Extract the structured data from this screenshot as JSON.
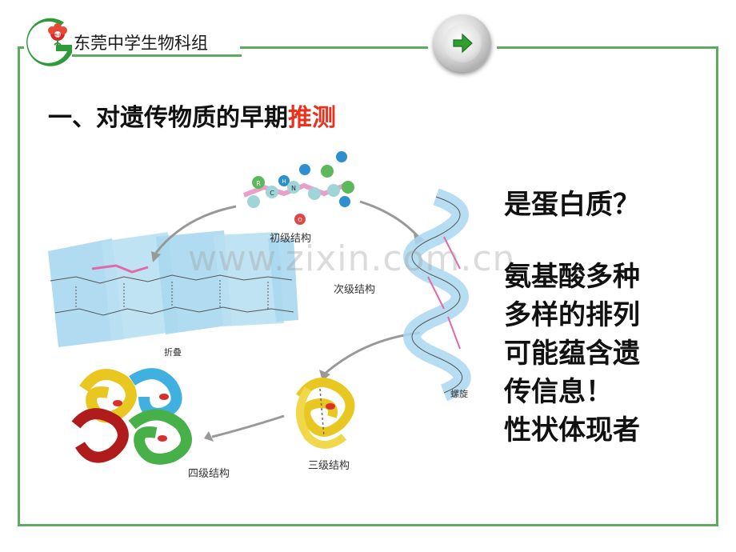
{
  "header": {
    "school_name": "东莞中学生物科组",
    "logo_text": "莞中"
  },
  "title": {
    "main": "一、对遗传物质的早期",
    "highlight": "推测"
  },
  "figure": {
    "labels": {
      "primary": "初级结构",
      "secondary": "次级结构",
      "fold": "折叠",
      "helix": "螺旋",
      "tertiary": "三级结构",
      "quaternary": "四级结构"
    },
    "atoms": [
      "R",
      "N",
      "H",
      "C",
      "O"
    ]
  },
  "side": {
    "question": "是蛋白质？",
    "lines": [
      "氨基酸多种",
      "多样的排列",
      "可能蕴含遗",
      "传信息！",
      "性状体现者"
    ]
  },
  "watermark": "www.zixin.com.cn",
  "colors": {
    "frame_green": "#5faa5f",
    "title_highlight": "#e8321e",
    "arrow_green": "#2fa02f"
  }
}
